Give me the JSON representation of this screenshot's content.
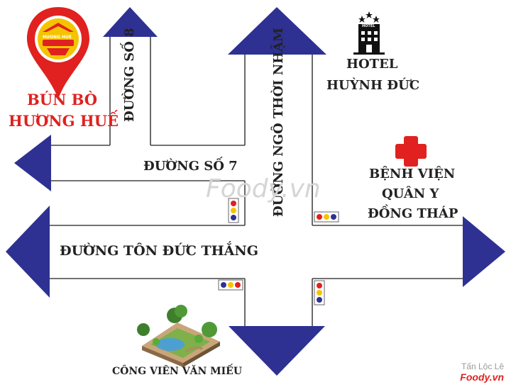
{
  "restaurant": {
    "name_line1": "BÚN BÒ",
    "name_line2": "HƯƠNG HUẾ",
    "logo_text": "HUONG HUE"
  },
  "hotel": {
    "badge": "HOTEL",
    "line1": "HOTEL",
    "line2": "HUỲNH ĐỨC"
  },
  "hospital": {
    "line1": "BỆNH VIỆN",
    "line2": "QUÂN Y",
    "line3": "ĐỒNG THÁP"
  },
  "park": {
    "label": "CÔNG VIÊN VĂN MIẾU"
  },
  "streets": {
    "so8": "ĐƯỜNG SỐ 8",
    "so7": "ĐƯỜNG SỐ 7",
    "ngo_thoi_nham": "ĐƯỜNG NGÔ THỜI NHẬM",
    "ton_duc_thang": "ĐƯỜNG TÔN ĐỨC THẮNG"
  },
  "watermark": "Foody.vn",
  "credit": {
    "author": "Tấn Lộc Lê",
    "brand": "Foody.vn"
  },
  "colors": {
    "arrow": "#2e3192",
    "pin": "#e0211f",
    "road_line": "#444444",
    "signal_red": "#e0211f",
    "signal_yellow": "#f5c400",
    "signal_blue": "#2e3192"
  }
}
